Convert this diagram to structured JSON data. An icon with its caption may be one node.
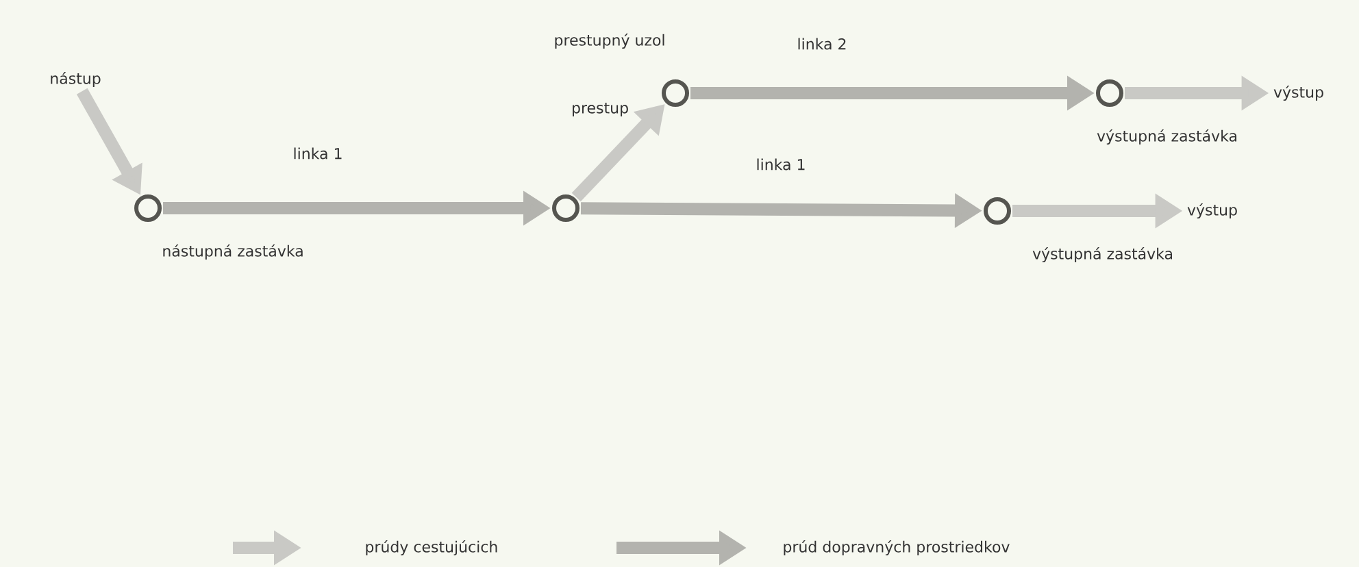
{
  "diagram": {
    "nodes": [
      {
        "text": [
          "nástup"
        ]
      },
      {
        "text": [],
        "shape": "circle",
        "beside": [
          "nástupná zastávka"
        ]
      },
      {
        "text": [],
        "shape": "circle"
      },
      {
        "text": [],
        "shape": "circle",
        "beside": [
          "prestupný uzol"
        ]
      },
      {
        "text": [],
        "shape": "circle",
        "beside": [
          "výstupná zastávka"
        ]
      },
      {
        "text": [
          "výstup"
        ]
      },
      {
        "text": [],
        "shape": "circle",
        "beside": [
          "výstupná zastávka"
        ]
      },
      {
        "text": [
          "výstup"
        ]
      }
    ],
    "edges": [
      {
        "from": 0,
        "to": 1,
        "arrow": "to"
      },
      {
        "from": 1,
        "to": 2,
        "arrow": "to",
        "label": "linka 1",
        "color": "#b3b3ae"
      },
      {
        "from": 2,
        "to": 3,
        "arrow": "to",
        "label": "prestup"
      },
      {
        "from": 3,
        "to": 4,
        "arrow": "to",
        "label": "linka 2",
        "color": "#b3b3ae"
      },
      {
        "from": 4,
        "to": 5,
        "arrow": "to"
      },
      {
        "from": 2,
        "to": 6,
        "arrow": "to",
        "label": "linka 1",
        "color": "#b3b3ae"
      },
      {
        "from": 6,
        "to": 7,
        "arrow": "to"
      }
    ],
    "legend": [
      {
        "text": "prúdy cestujúcich"
      },
      {
        "text": "prúd dopravných prostriedkov"
      }
    ]
  }
}
